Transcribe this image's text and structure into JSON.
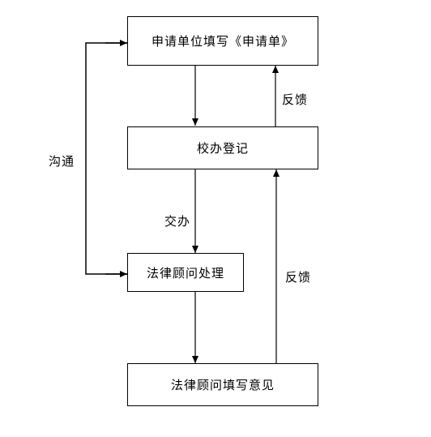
{
  "nodes": {
    "apply": "申请单位填写《申请单》",
    "register": "校办登记",
    "counsel_handle": "法律顾问处理",
    "counsel_opinion": "法律顾问填写意见"
  },
  "edge_labels": {
    "communicate": "沟通",
    "feedback_top": "反馈",
    "assign": "交办",
    "feedback_bottom": "反馈"
  }
}
